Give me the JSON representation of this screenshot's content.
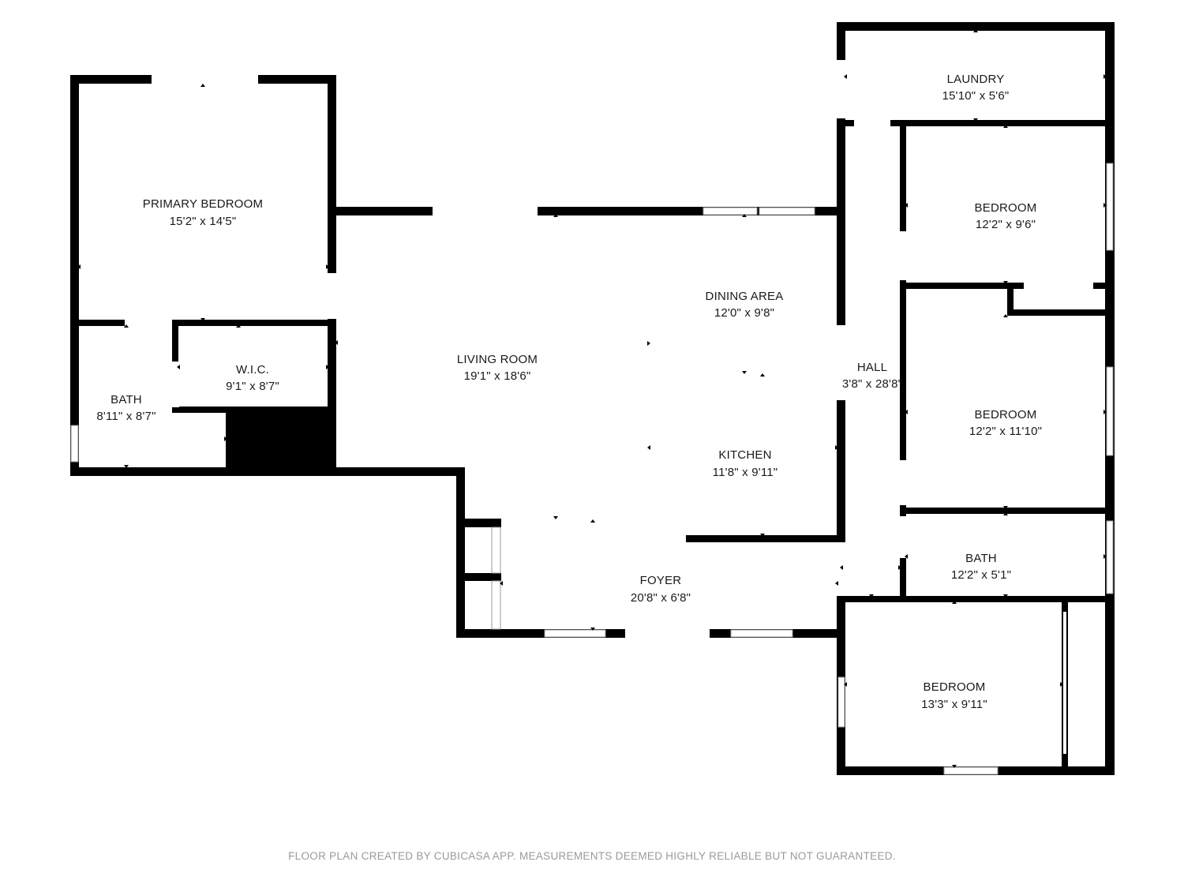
{
  "rooms": {
    "primary_bedroom": {
      "name": "PRIMARY BEDROOM",
      "dim": "15'2\" x 14'5\""
    },
    "bath_primary": {
      "name": "BATH",
      "dim": "8'11\" x 8'7\""
    },
    "wic": {
      "name": "W.I.C.",
      "dim": "9'1\" x 8'7\""
    },
    "living_room": {
      "name": "LIVING ROOM",
      "dim": "19'1\" x 18'6\""
    },
    "dining_area": {
      "name": "DINING AREA",
      "dim": "12'0\" x 9'8\""
    },
    "kitchen": {
      "name": "KITCHEN",
      "dim": "11'8\" x 9'11\""
    },
    "foyer": {
      "name": "FOYER",
      "dim": "20'8\" x 6'8\""
    },
    "hall": {
      "name": "HALL",
      "dim": "3'8\" x 28'8\""
    },
    "laundry": {
      "name": "LAUNDRY",
      "dim": "15'10\" x 5'6\""
    },
    "bedroom_1": {
      "name": "BEDROOM",
      "dim": "12'2\" x 9'6\""
    },
    "bedroom_2": {
      "name": "BEDROOM",
      "dim": "12'2\" x 11'10\""
    },
    "bath_hall": {
      "name": "BATH",
      "dim": "12'2\" x 5'1\""
    },
    "bedroom_3": {
      "name": "BEDROOM",
      "dim": "13'3\" x 9'11\""
    }
  },
  "footer": "FLOOR PLAN CREATED BY CUBICASA APP. MEASUREMENTS DEEMED HIGHLY RELIABLE BUT NOT GUARANTEED.",
  "colors": {
    "wall": "#000000",
    "background": "#ffffff",
    "footer_text": "#9a9a9a"
  }
}
